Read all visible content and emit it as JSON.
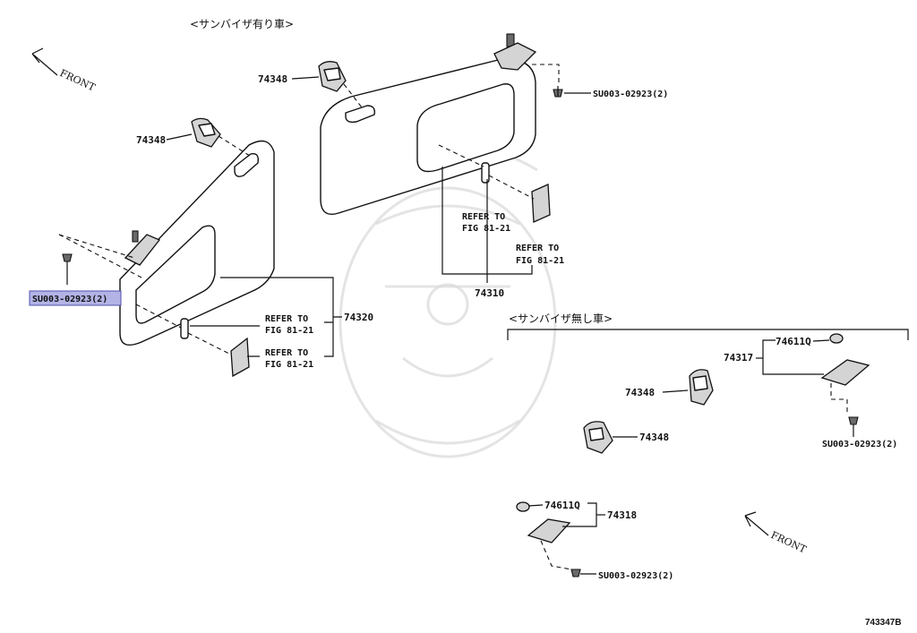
{
  "diagram": {
    "headings": {
      "with_visor": "<サンバイザ有り車>",
      "without_visor": "<サンバイザ無し車>"
    },
    "front_label": "FRONT",
    "refer_line1": "REFER TO",
    "refer_line2": "FIG 81-21",
    "parts": {
      "p74348": "74348",
      "p74320": "74320",
      "p74310": "74310",
      "p74317": "74317",
      "p74318": "74318",
      "p74611q": "74611Q",
      "screw": "SU003-02923(2)"
    },
    "figure_id": "743347B",
    "highlight_color": "#b3b3e6"
  }
}
